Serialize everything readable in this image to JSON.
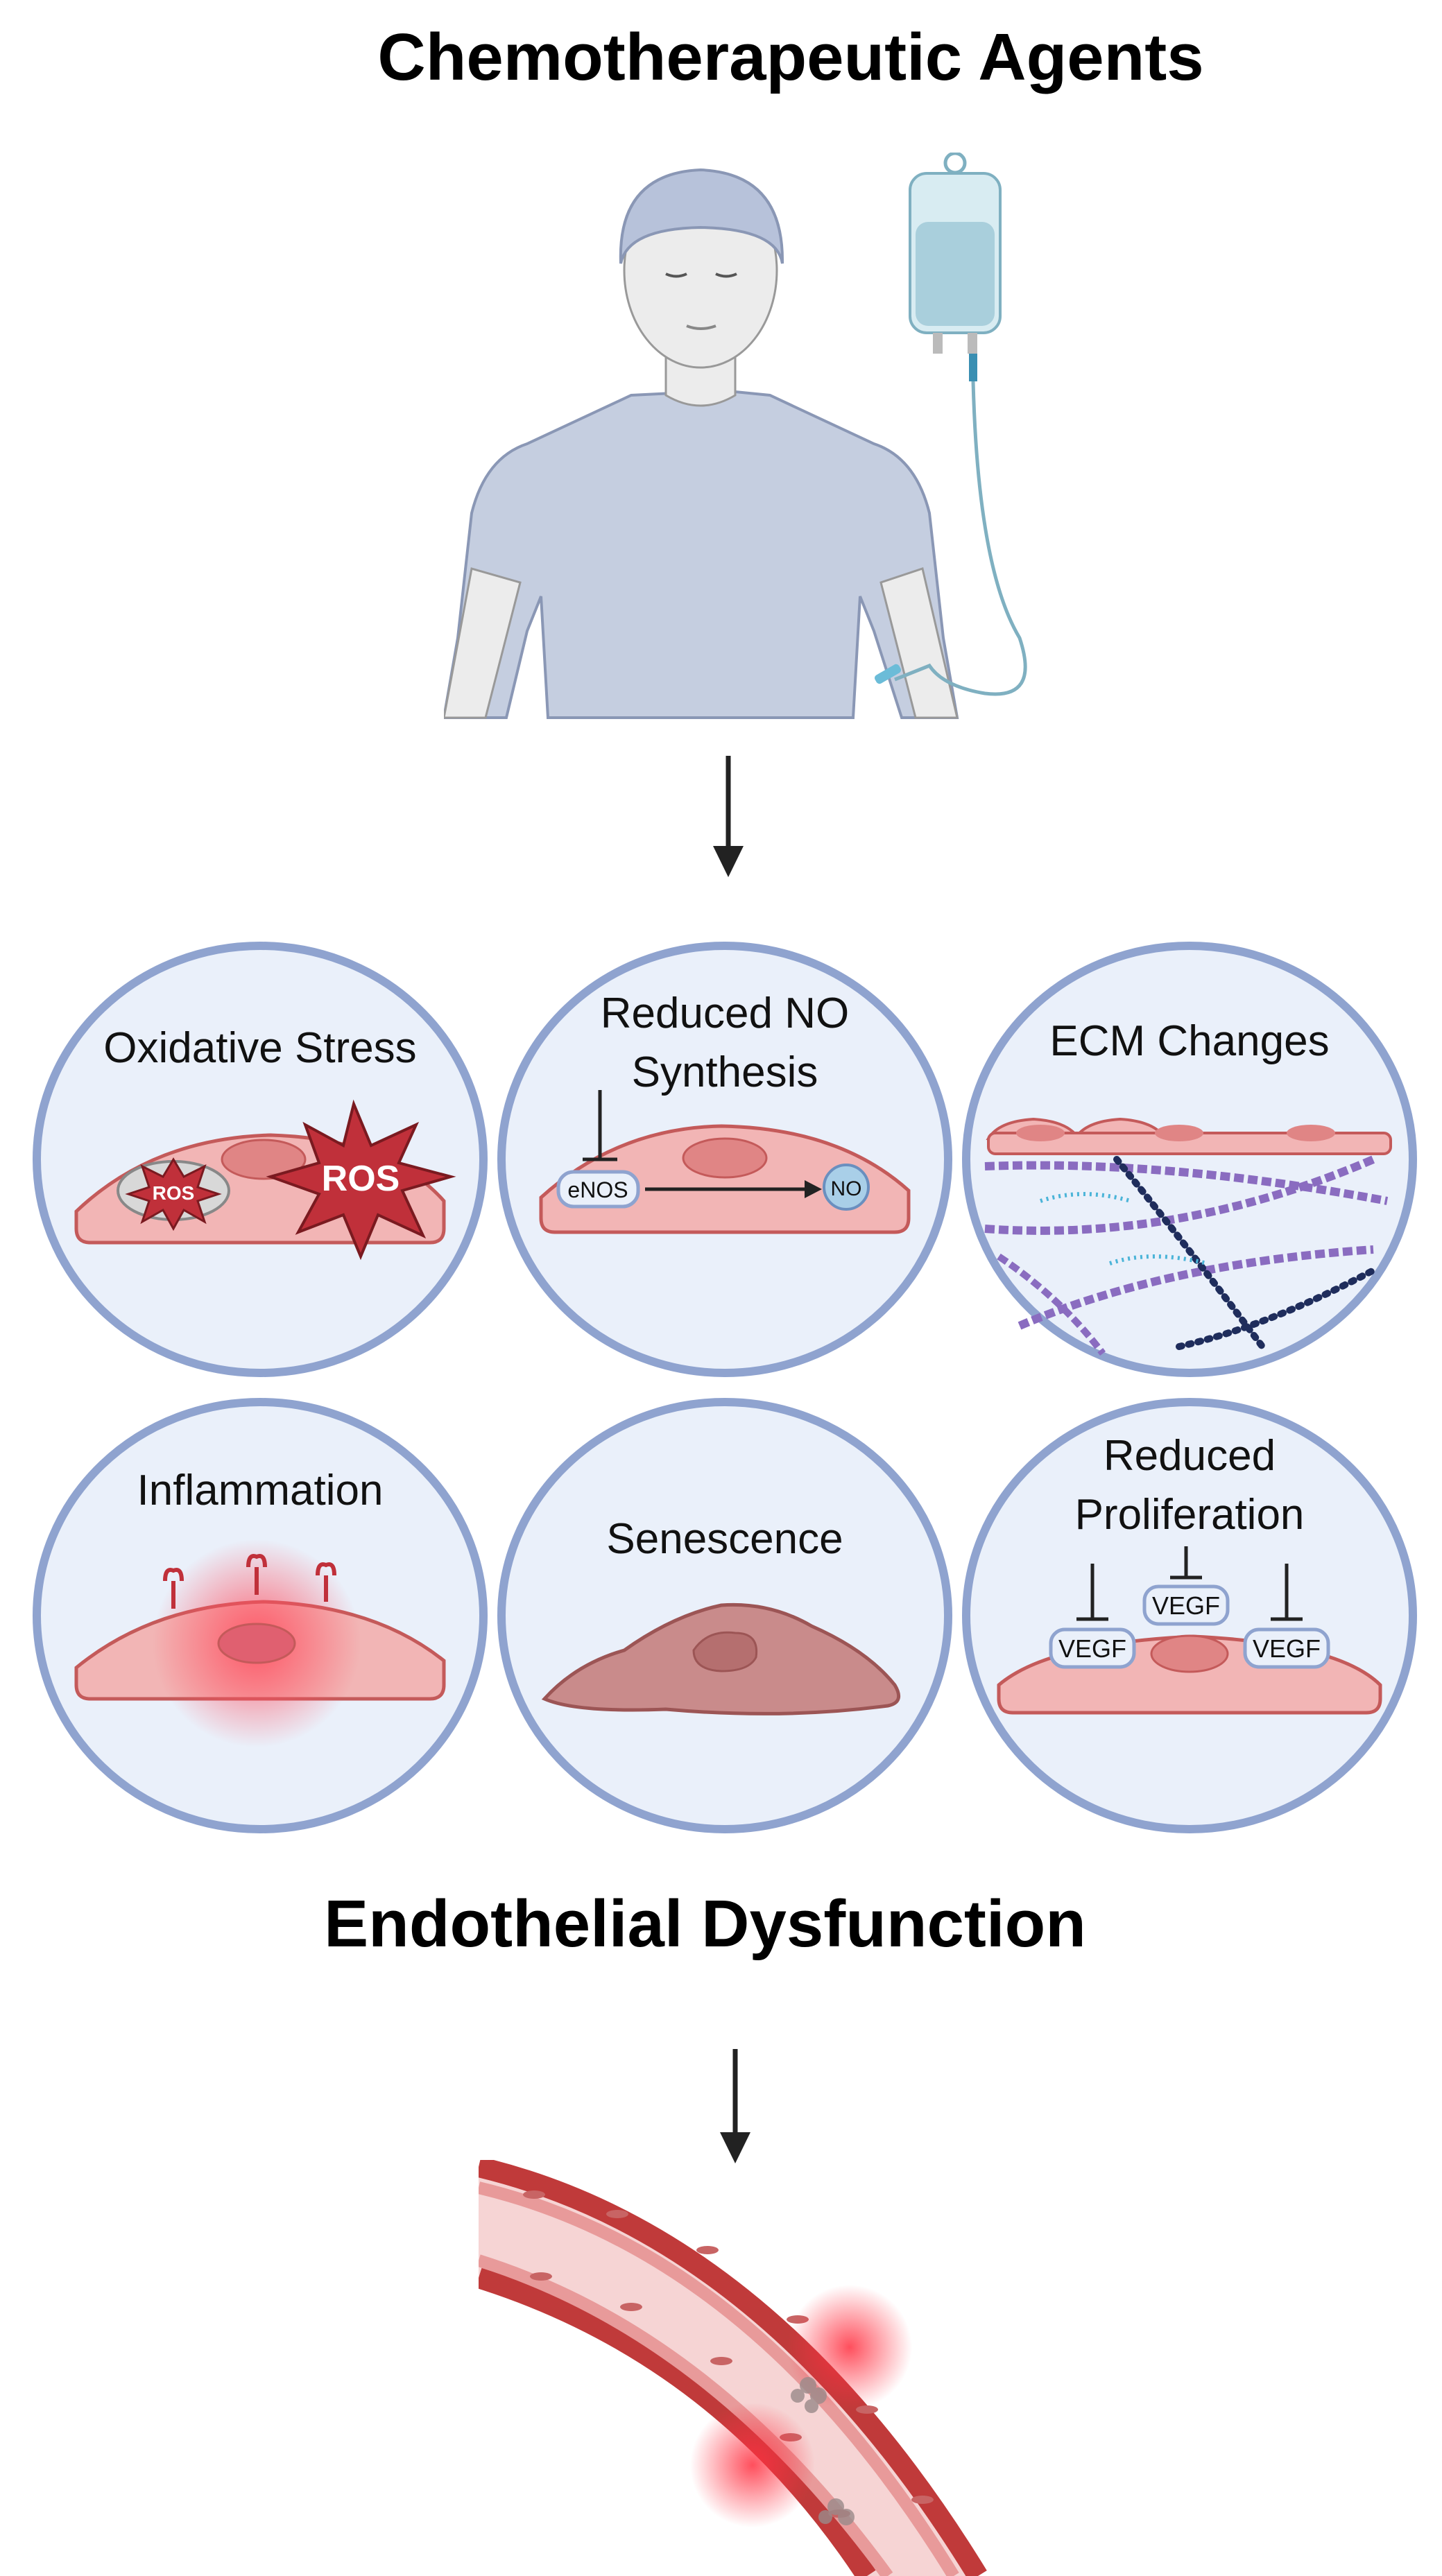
{
  "titles": {
    "top": "Chemotherapeutic Agents",
    "bottom": "Endothelial Dysfunction"
  },
  "panels": [
    {
      "id": "oxidative-stress",
      "label_lines": [
        "Oxidative Stress"
      ],
      "tags": [
        "ROS",
        "ROS"
      ]
    },
    {
      "id": "reduced-no-synthesis",
      "label_lines": [
        "Reduced NO",
        "Synthesis"
      ],
      "tags": [
        "eNOS",
        "NO"
      ]
    },
    {
      "id": "ecm-changes",
      "label_lines": [
        "ECM Changes"
      ],
      "tags": []
    },
    {
      "id": "inflammation",
      "label_lines": [
        "Inflammation"
      ],
      "tags": []
    },
    {
      "id": "senescence",
      "label_lines": [
        "Senescence"
      ],
      "tags": []
    },
    {
      "id": "reduced-proliferation",
      "label_lines": [
        "Reduced",
        "Proliferation"
      ],
      "tags": [
        "VEGF",
        "VEGF",
        "VEGF"
      ]
    }
  ],
  "colors": {
    "circle_border": "#8fa3cf",
    "circle_fill": "#eaf0fa",
    "cell_fill": "#f2b5b5",
    "cell_stroke": "#c45a5a",
    "nucleus": "#e08585",
    "ros_red": "#c0303a",
    "senescent_cell": "#c98b8b",
    "vessel_wall": "#c03a3a",
    "vessel_lumen": "#f6d4d4",
    "arrow": "#222222",
    "gown": "#c5cee0",
    "iv_bag": "#a9cfdc"
  },
  "icons": {
    "patient": "patient-figure-icon",
    "iv": "iv-bag-icon",
    "vessel": "blood-vessel-icon"
  }
}
